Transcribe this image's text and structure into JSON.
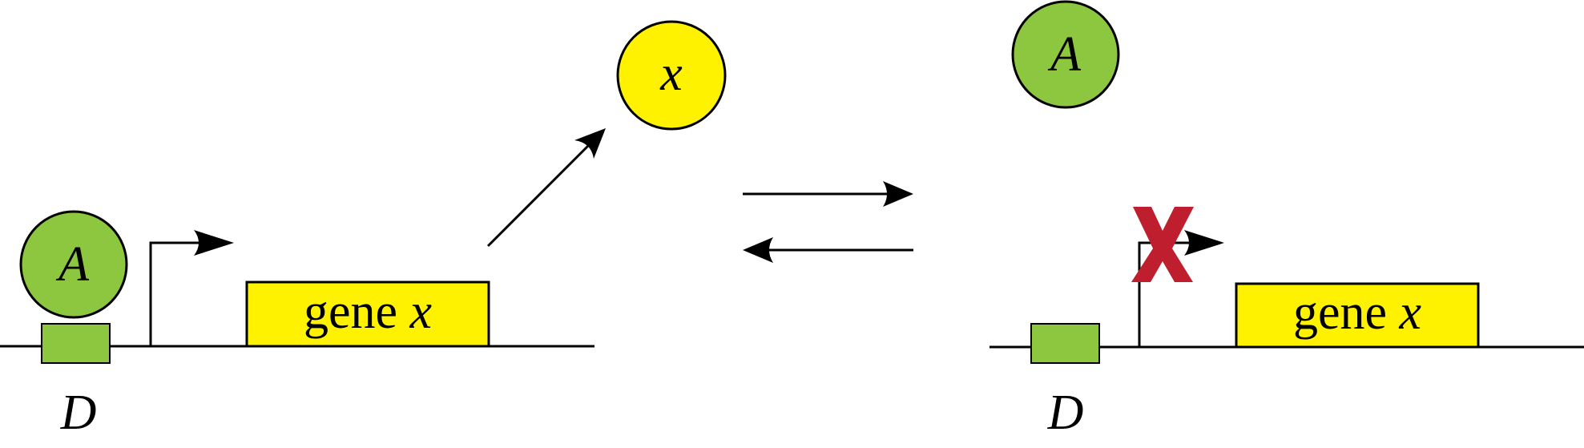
{
  "colors": {
    "activator": "#8dc63f",
    "gene_box": "#fff200",
    "protein_x": "#fff200",
    "stroke": "#000000",
    "repression_mark": "#be1e2d"
  },
  "left_state": {
    "activator_label": "A",
    "binding_site_label": "D",
    "gene_label": "gene",
    "gene_symbol": "x",
    "product_label": "x",
    "promoter": "active"
  },
  "right_state": {
    "activator_label": "A",
    "binding_site_label": "D",
    "gene_label": "gene",
    "gene_symbol": "x",
    "promoter": "repressed",
    "repression_icon": "red-x-icon"
  },
  "equilibrium_icon": "reversible-arrows-icon"
}
